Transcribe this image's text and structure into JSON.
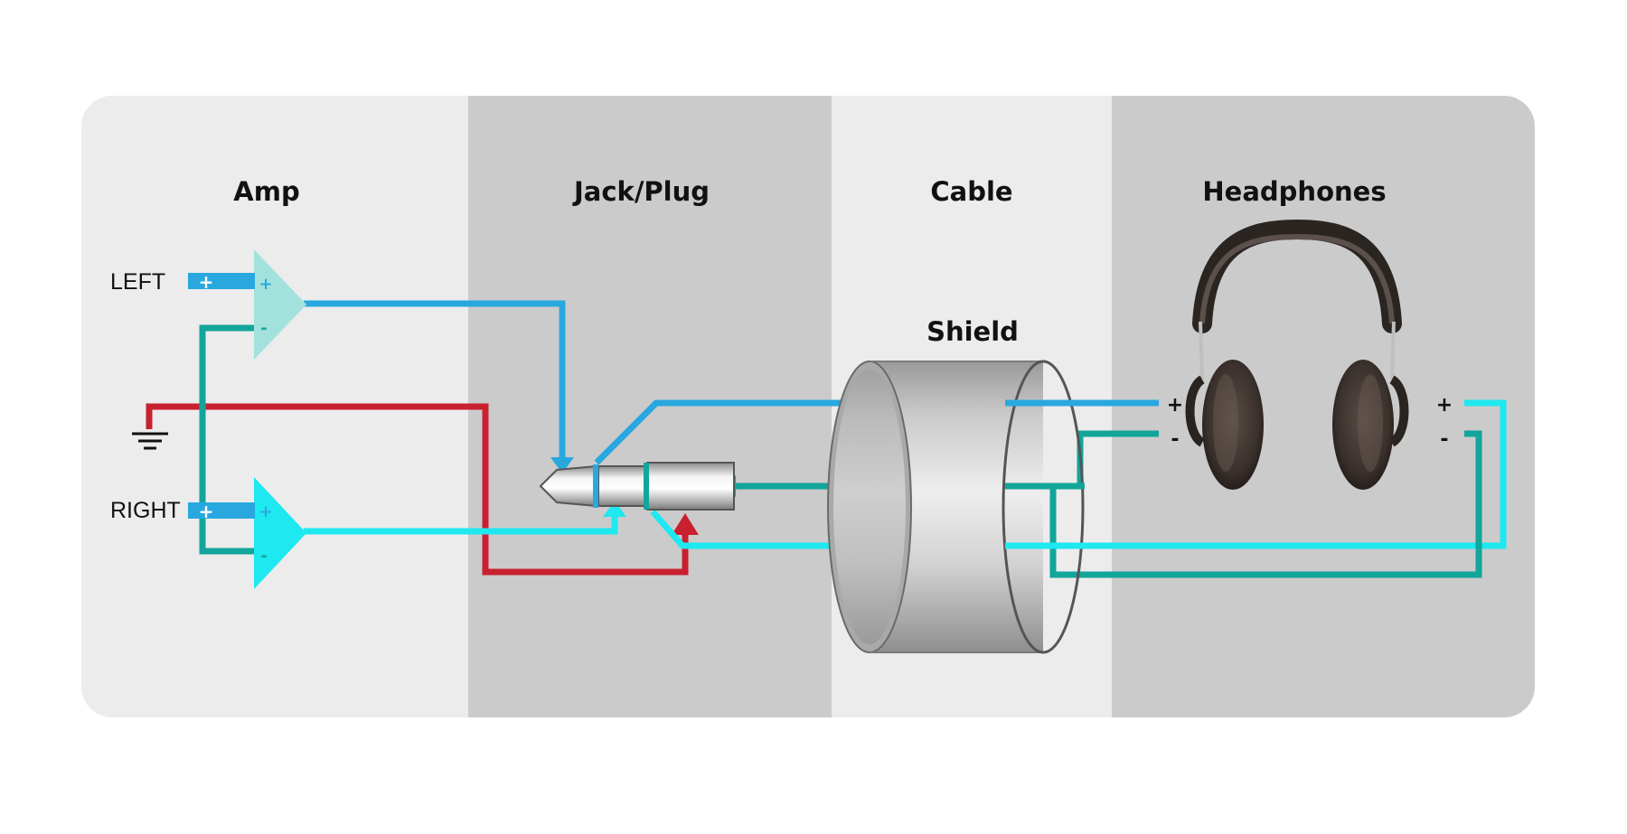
{
  "sections": [
    {
      "id": "amp",
      "title": "Amp",
      "shade": "#ececec"
    },
    {
      "id": "jack",
      "title": "Jack/Plug",
      "shade": "#cbcbcb"
    },
    {
      "id": "cable",
      "title": "Cable",
      "shade": "#ececec"
    },
    {
      "id": "headphones",
      "title": "Headphones",
      "shade": "#cbcbcb"
    }
  ],
  "labels": {
    "left": "LEFT",
    "right": "RIGHT",
    "shield": "Shield",
    "plus": "+",
    "minus": "-"
  },
  "colors": {
    "left_signal": "#29a8e0",
    "right_signal": "#1ee8f0",
    "return": "#12a59a",
    "ground": "#c8202f",
    "amp_left_fill": "#a3e2dc",
    "amp_right_fill": "#1ee8f0"
  },
  "icons": {
    "ground": "ground-symbol-icon",
    "headphones": "headphones-icon",
    "plug": "trs-plug-icon",
    "cable": "shielded-cable-icon"
  }
}
